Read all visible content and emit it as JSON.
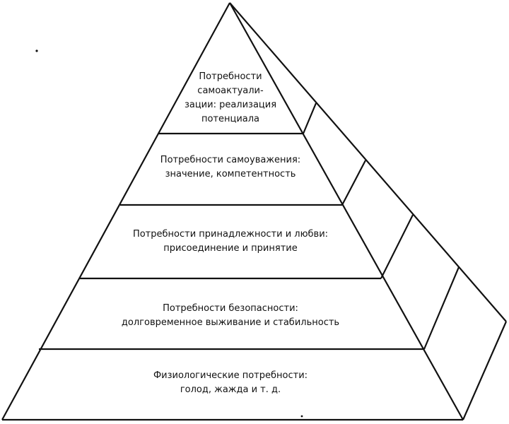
{
  "diagram": {
    "levels": [
      {
        "lines": [
          "Потребности",
          "самоактуали-",
          "зации: реализация",
          "потенциала"
        ]
      },
      {
        "lines": [
          "Потребности самоуважения:",
          "значение, компетентность"
        ]
      },
      {
        "lines": [
          "Потребности принадлежности и любви:",
          "присоединение и принятие"
        ]
      },
      {
        "lines": [
          "Потребности безопасности:",
          "долговременное выживание и стабильность"
        ]
      },
      {
        "lines": [
          "Физиологические потребности:",
          "голод, жажда и т. д."
        ]
      }
    ],
    "colors": {
      "stroke": "#111111",
      "text": "#111111",
      "background": "#ffffff"
    }
  }
}
